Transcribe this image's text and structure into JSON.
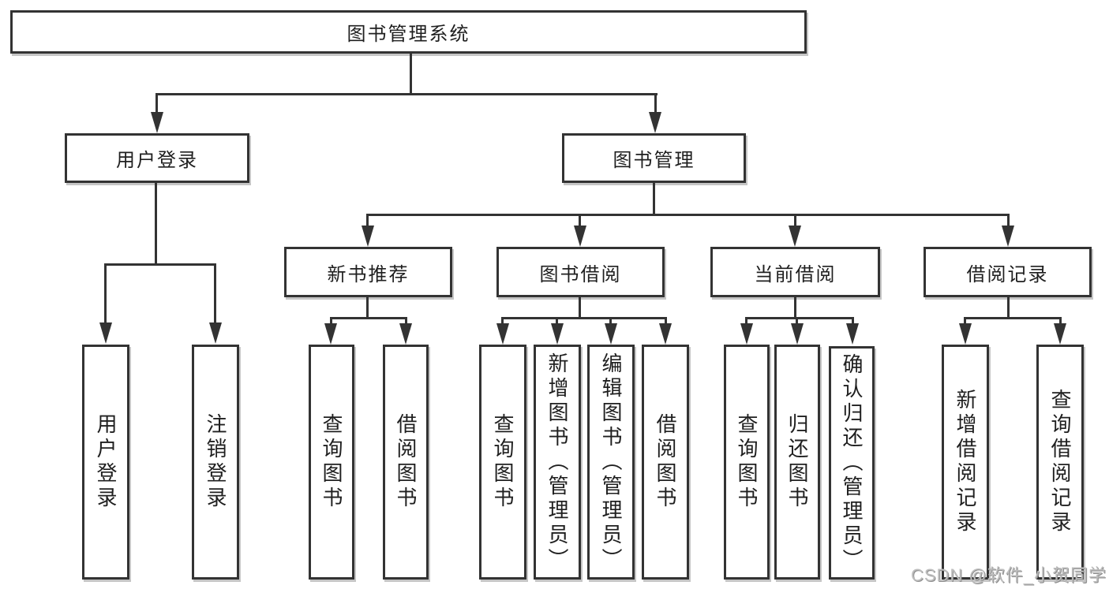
{
  "tree": {
    "root": "图书管理系统",
    "branches": [
      {
        "label": "用户登录",
        "children": [
          "用户登录",
          "注销登录"
        ]
      },
      {
        "label": "图书管理",
        "groups": [
          {
            "label": "新书推荐",
            "children": [
              "查询图书",
              "借阅图书"
            ]
          },
          {
            "label": "图书借阅",
            "children": [
              "查询图书",
              "新增图书（管理员）",
              "编辑图书（管理员）",
              "借阅图书"
            ]
          },
          {
            "label": "当前借阅",
            "children": [
              "查询图书",
              "归还图书",
              "确认归还（管理员）"
            ]
          },
          {
            "label": "借阅记录",
            "children": [
              "新增借阅记录",
              "查询借阅记录"
            ]
          }
        ]
      }
    ]
  },
  "watermark": {
    "text": "CSDN @软件_小贺同学"
  },
  "colors": {
    "line": "#333333",
    "background": "#ffffff",
    "text": "#1f1f1f",
    "watermark": "#bdbdbd"
  }
}
